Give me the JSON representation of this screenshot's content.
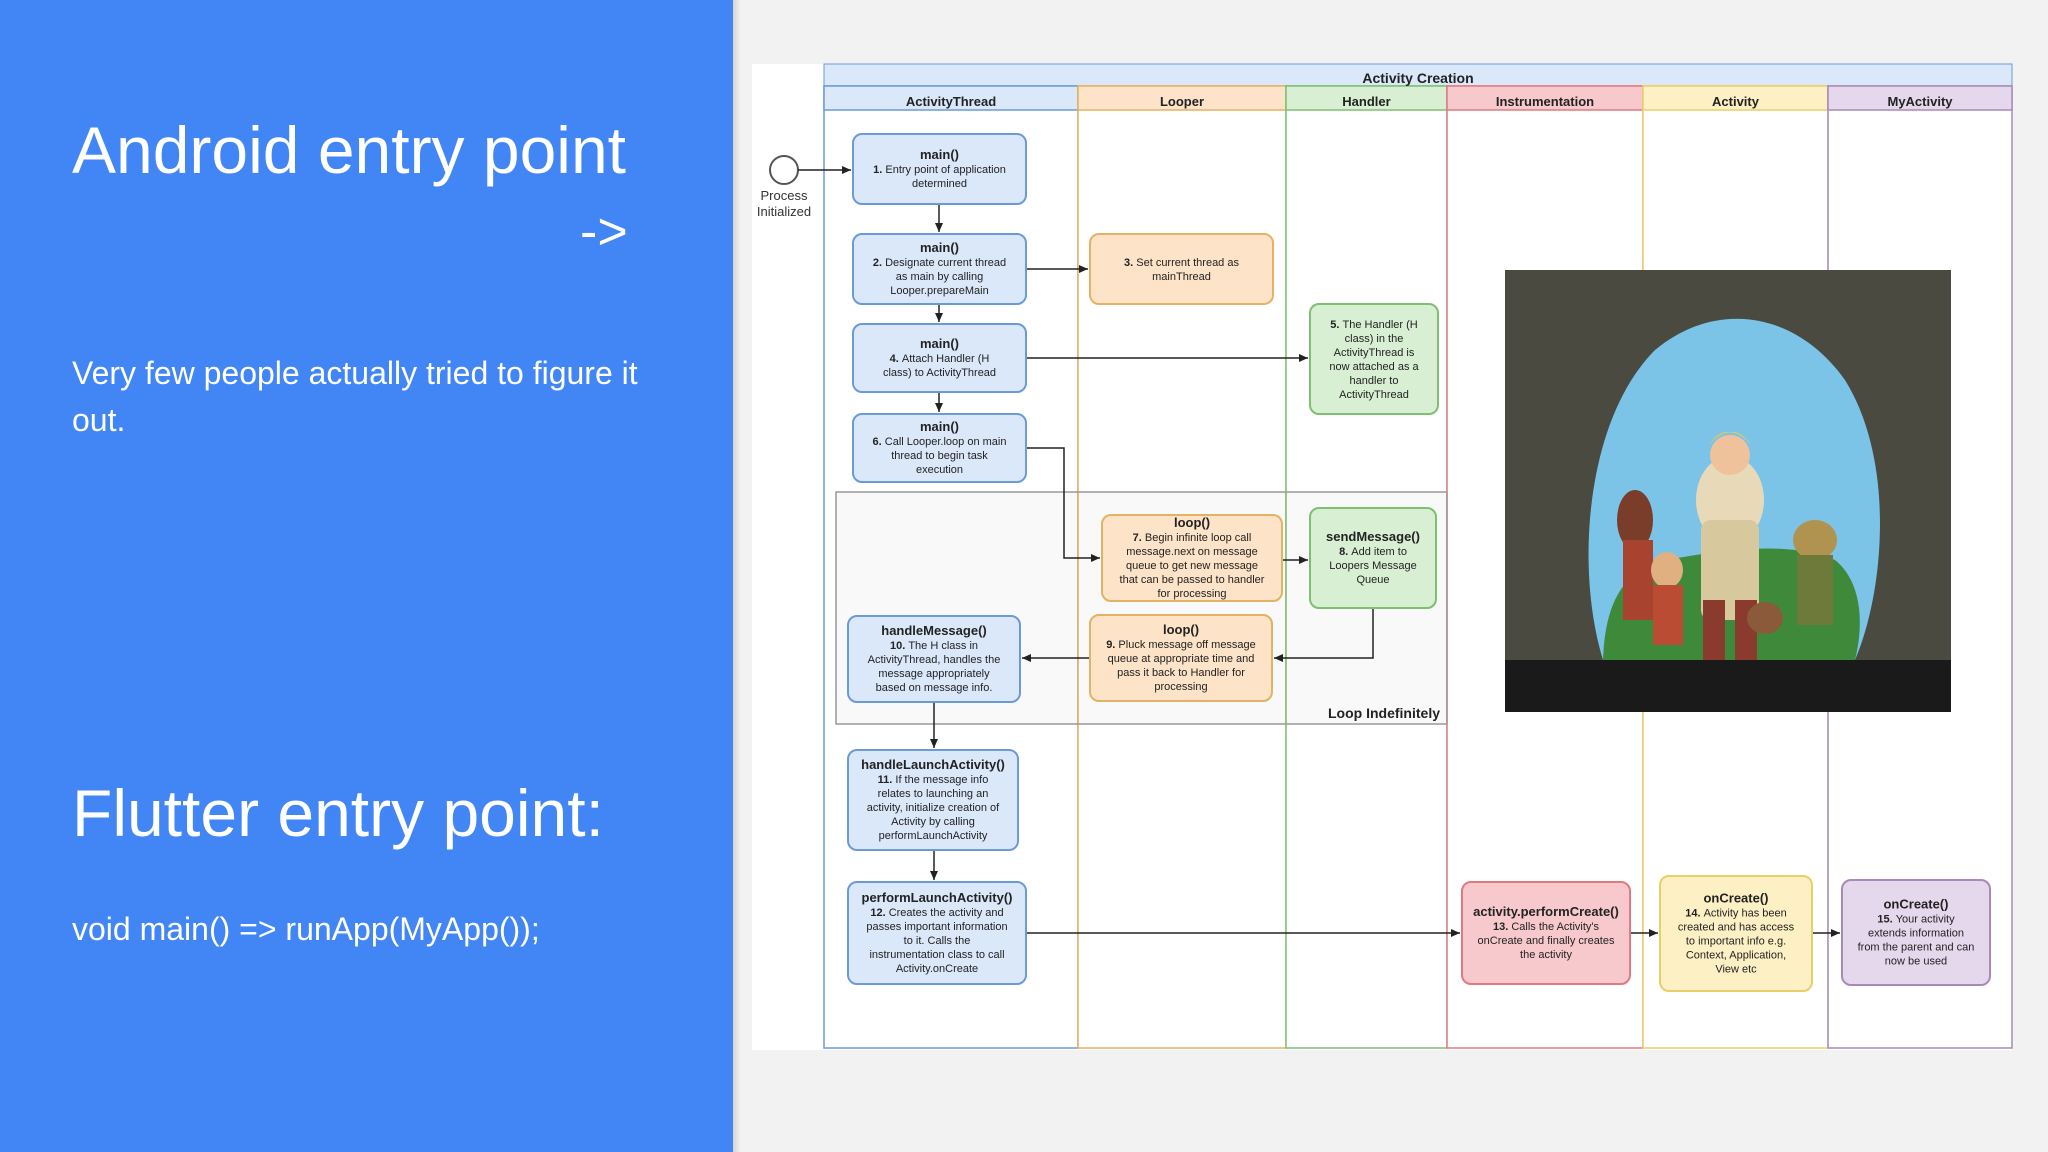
{
  "slide": {
    "android_title": "Android entry point",
    "android_arrow": "->",
    "android_body": "Very few people actually tried to figure it out.",
    "flutter_title": "Flutter entry point:",
    "flutter_code": "void main() => runApp(MyApp());"
  },
  "diagram": {
    "title": "Activity Creation",
    "lanes": [
      {
        "name": "ActivityThread",
        "color": "#dbe8fa"
      },
      {
        "name": "Looper",
        "color": "#fde3c7"
      },
      {
        "name": "Handler",
        "color": "#d9efd4"
      },
      {
        "name": "Instrumentation",
        "color": "#f8c9cc"
      },
      {
        "name": "Activity",
        "color": "#fdf0c4"
      },
      {
        "name": "MyActivity",
        "color": "#e6d8ec"
      }
    ],
    "start_label": [
      "Process",
      "Initialized"
    ],
    "loop_label": "Loop Indefinitely",
    "steps": [
      {
        "id": "s1",
        "lane": 0,
        "title": "main()",
        "num": "1.",
        "lines": [
          "Entry point of application",
          "determined"
        ]
      },
      {
        "id": "s2",
        "lane": 0,
        "title": "main()",
        "num": "2.",
        "lines": [
          "Designate current thread",
          "as main by calling",
          "Looper.prepareMain"
        ]
      },
      {
        "id": "s3",
        "lane": 1,
        "title": "",
        "num": "3.",
        "lines": [
          "Set current thread as",
          "mainThread"
        ]
      },
      {
        "id": "s4",
        "lane": 0,
        "title": "main()",
        "num": "4.",
        "lines": [
          "Attach Handler (H",
          "class) to ActivityThread"
        ]
      },
      {
        "id": "s5",
        "lane": 2,
        "title": "",
        "num": "5.",
        "lines": [
          "The Handler (H",
          "class) in the",
          "ActivityThread is",
          "now attached as a",
          "handler to",
          "ActivityThread"
        ]
      },
      {
        "id": "s6",
        "lane": 0,
        "title": "main()",
        "num": "6.",
        "lines": [
          "Call Looper.loop on main",
          "thread to begin task",
          "execution"
        ]
      },
      {
        "id": "s7",
        "lane": 1,
        "title": "loop()",
        "num": "7.",
        "lines": [
          "Begin infinite loop call",
          "message.next on message",
          "queue to get new message",
          "that can be passed to handler",
          "for processing"
        ]
      },
      {
        "id": "s8",
        "lane": 2,
        "title": "sendMessage()",
        "num": "8.",
        "lines": [
          "Add item to",
          "Loopers Message",
          "Queue"
        ]
      },
      {
        "id": "s9",
        "lane": 1,
        "title": "loop()",
        "num": "9.",
        "lines": [
          "Pluck message off message",
          "queue at appropriate time and",
          "pass it back to Handler for",
          "processing"
        ]
      },
      {
        "id": "s10",
        "lane": 0,
        "title": "handleMessage()",
        "num": "10.",
        "lines": [
          "The H class in",
          "ActivityThread, handles the",
          "message appropriately",
          "based on message info."
        ]
      },
      {
        "id": "s11",
        "lane": 0,
        "title": "handleLaunchActivity()",
        "num": "11.",
        "lines": [
          "If the message info",
          "relates to launching an",
          "activity, initialize creation of",
          "Activity by calling",
          "performLaunchActivity"
        ]
      },
      {
        "id": "s12",
        "lane": 0,
        "title": "performLaunchActivity()",
        "num": "12.",
        "lines": [
          "Creates the activity and",
          "passes important information",
          "to it. Calls the",
          "instrumentation class to call",
          "Activity.onCreate"
        ]
      },
      {
        "id": "s13",
        "lane": 3,
        "title": "activity.performCreate()",
        "num": "13.",
        "lines": [
          "Calls the Activity's",
          "onCreate and finally creates",
          "the activity"
        ]
      },
      {
        "id": "s14",
        "lane": 4,
        "title": "onCreate()",
        "num": "14.",
        "lines": [
          "Activity has been",
          "created and has access",
          "to important info e.g.",
          "Context, Application,",
          "View etc"
        ]
      },
      {
        "id": "s15",
        "lane": 5,
        "title": "onCreate()",
        "num": "15.",
        "lines": [
          "Your activity",
          "extends information",
          "from the parent and can",
          "now be used"
        ]
      }
    ]
  },
  "picture": {
    "icon": "cartoon-cave-heroes-picture",
    "colors": {
      "frame": "#1a1a1a",
      "sky": "#7cc3e8",
      "rock": "#4a4a40"
    }
  }
}
